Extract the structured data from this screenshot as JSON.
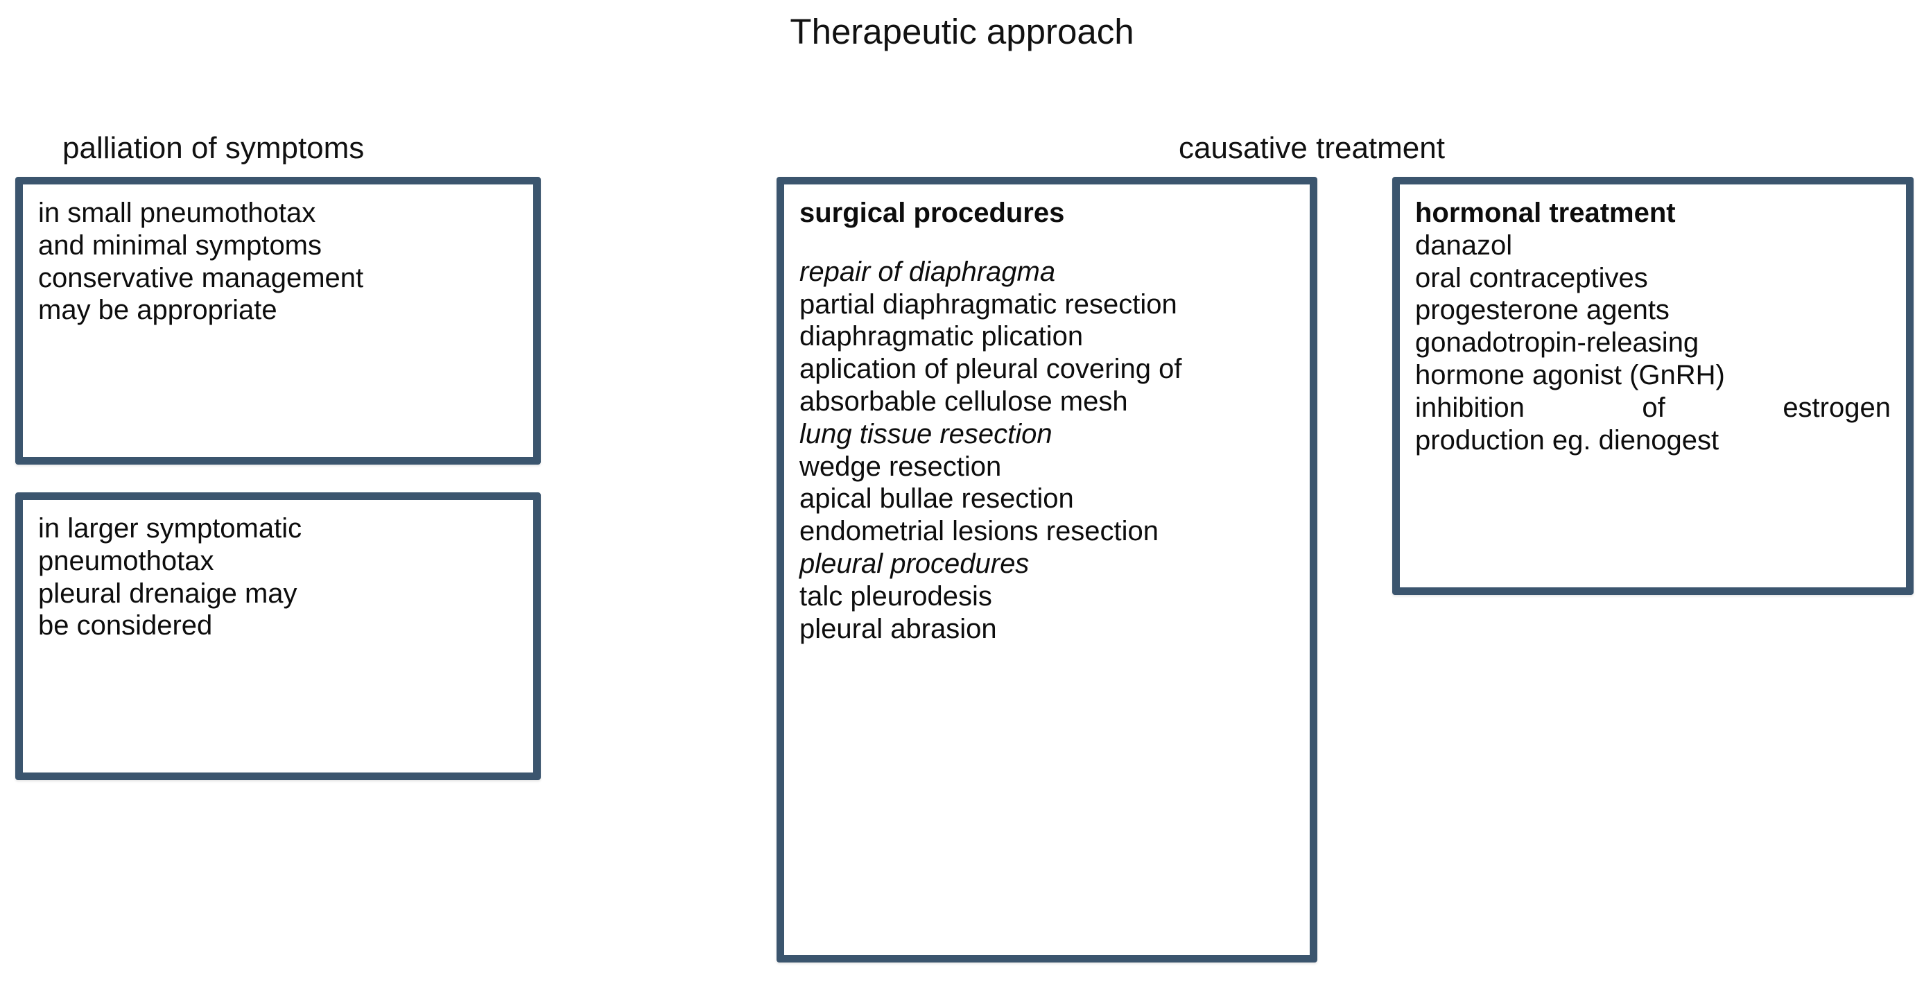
{
  "title": "Therapeutic approach",
  "columns": {
    "palliation_label": "palliation of symptoms",
    "causative_label": "causative treatment"
  },
  "boxes": {
    "palliation_small": {
      "lines": [
        "in small pneumothotax",
        "and minimal symptoms",
        "conservative management",
        "may be appropriate"
      ]
    },
    "palliation_large": {
      "lines": [
        "in larger symptomatic",
        "pneumothotax",
        "pleural drenaige may",
        "be considered"
      ]
    },
    "surgical": {
      "heading": "surgical procedures",
      "items": [
        {
          "text": "repair of diaphragma",
          "style": "italic"
        },
        {
          "text": "partial diaphragmatic resection",
          "style": "normal"
        },
        {
          "text": "diaphragmatic plication",
          "style": "normal"
        },
        {
          "text": "aplication of pleural covering of",
          "style": "normal"
        },
        {
          "text": "absorbable cellulose mesh",
          "style": "normal"
        },
        {
          "text": "lung tissue resection",
          "style": "italic"
        },
        {
          "text": "wedge resection",
          "style": "normal"
        },
        {
          "text": "apical bullae resection",
          "style": "normal"
        },
        {
          "text": "endometrial lesions resection",
          "style": "normal"
        },
        {
          "text": "pleural procedures",
          "style": "italic"
        },
        {
          "text": "talc pleurodesis",
          "style": "normal"
        },
        {
          "text": "pleural abrasion",
          "style": "normal"
        }
      ]
    },
    "hormonal": {
      "heading": "hormonal treatment",
      "items": [
        "danazol",
        "oral contraceptives",
        "progesterone agents",
        "gonadotropin-releasing",
        "hormone agonist (GnRH)"
      ],
      "justified": {
        "row_words": [
          "inhibition",
          "of",
          "estrogen"
        ],
        "last_line": "production eg. dienogest"
      }
    }
  },
  "colors": {
    "box_border": "#3b556e",
    "text": "#0d0d0d",
    "background": "#ffffff"
  }
}
